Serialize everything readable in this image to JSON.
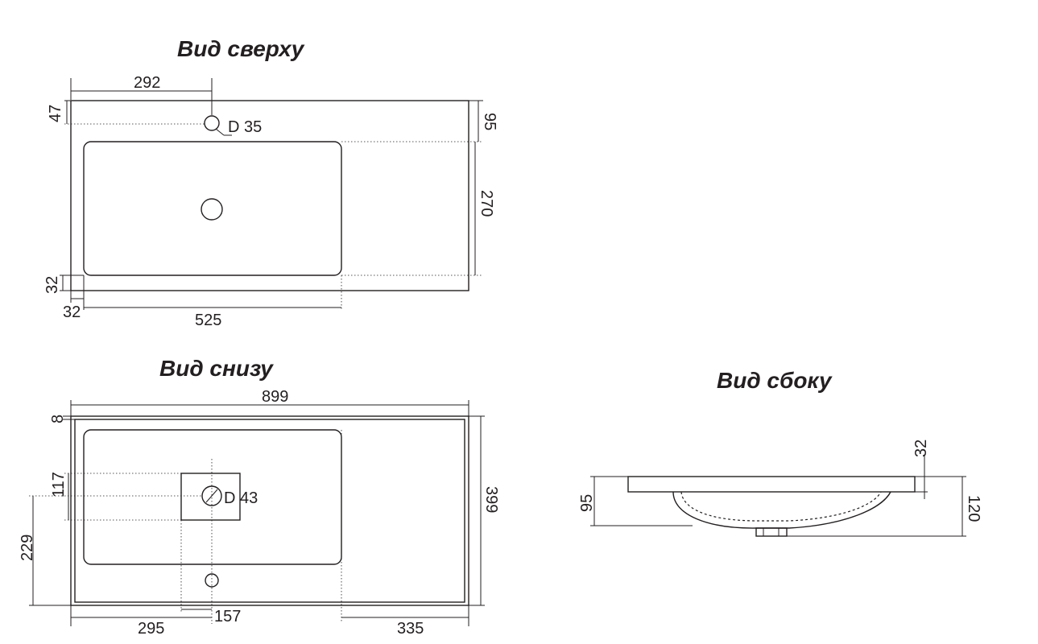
{
  "views": {
    "top": {
      "title": "Вид сверху",
      "dims": {
        "faucet_offset": "292",
        "faucet_from_back": "47",
        "faucet_hole": "D 35",
        "back_ledge": "95",
        "bowl_depth": "270",
        "front_ledge": "32",
        "side_ledge": "32",
        "bowl_width": "525"
      }
    },
    "bottom": {
      "title": "Вид снизу",
      "dims": {
        "total_width": "899",
        "edge": "8",
        "plate_size": "117",
        "drain_hole": "D 43",
        "total_depth": "399",
        "drain_from_front": "229",
        "left_offset": "295",
        "plate_width": "157",
        "right_offset": "335"
      }
    },
    "side": {
      "title": "Вид сбоку",
      "dims": {
        "top_thickness": "32",
        "bowl_height": "95",
        "total_height": "120"
      }
    }
  }
}
